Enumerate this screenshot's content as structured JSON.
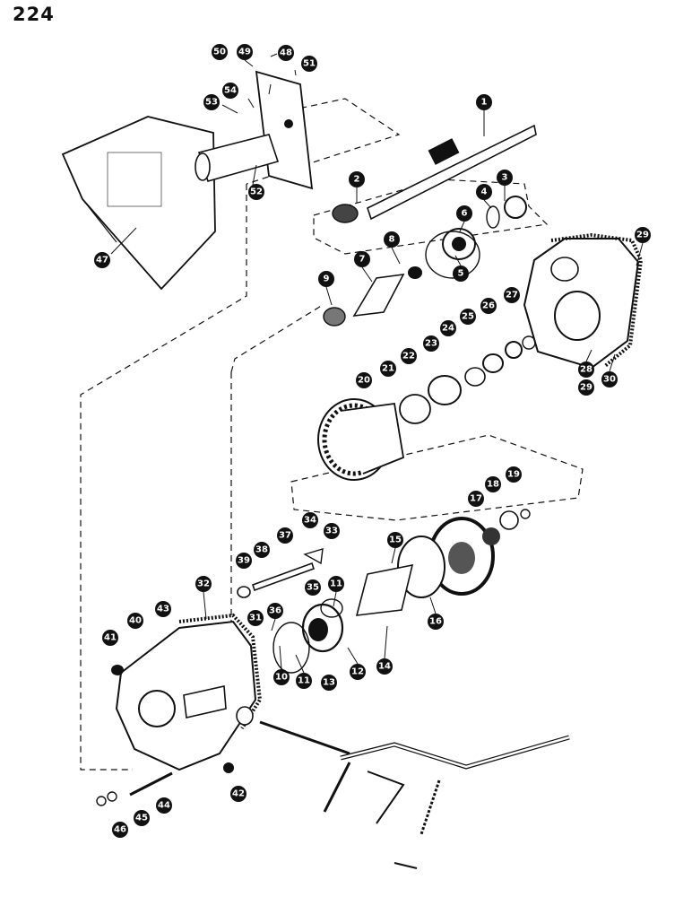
{
  "page_number": "224",
  "callouts": [
    {
      "id": "c1",
      "label": "1"
    },
    {
      "id": "c2",
      "label": "2"
    },
    {
      "id": "c3",
      "label": "3"
    },
    {
      "id": "c4",
      "label": "4"
    },
    {
      "id": "c5",
      "label": "5"
    },
    {
      "id": "c6",
      "label": "6"
    },
    {
      "id": "c7",
      "label": "7"
    },
    {
      "id": "c8",
      "label": "8"
    },
    {
      "id": "c9",
      "label": "9"
    },
    {
      "id": "c10",
      "label": "10"
    },
    {
      "id": "c11a",
      "label": "11"
    },
    {
      "id": "c11b",
      "label": "11"
    },
    {
      "id": "c12",
      "label": "12"
    },
    {
      "id": "c13",
      "label": "13"
    },
    {
      "id": "c14",
      "label": "14"
    },
    {
      "id": "c15",
      "label": "15"
    },
    {
      "id": "c16",
      "label": "16"
    },
    {
      "id": "c17",
      "label": "17"
    },
    {
      "id": "c18",
      "label": "18"
    },
    {
      "id": "c19",
      "label": "19"
    },
    {
      "id": "c20",
      "label": "20"
    },
    {
      "id": "c21",
      "label": "21"
    },
    {
      "id": "c22",
      "label": "22"
    },
    {
      "id": "c23",
      "label": "23"
    },
    {
      "id": "c24",
      "label": "24"
    },
    {
      "id": "c25",
      "label": "25"
    },
    {
      "id": "c26",
      "label": "26"
    },
    {
      "id": "c27",
      "label": "27"
    },
    {
      "id": "c28",
      "label": "28"
    },
    {
      "id": "c29a",
      "label": "29"
    },
    {
      "id": "c29b",
      "label": "29"
    },
    {
      "id": "c30",
      "label": "30"
    },
    {
      "id": "c31",
      "label": "31"
    },
    {
      "id": "c32",
      "label": "32"
    },
    {
      "id": "c33",
      "label": "33"
    },
    {
      "id": "c34",
      "label": "34"
    },
    {
      "id": "c35",
      "label": "35"
    },
    {
      "id": "c36",
      "label": "36"
    },
    {
      "id": "c37",
      "label": "37"
    },
    {
      "id": "c38",
      "label": "38"
    },
    {
      "id": "c39",
      "label": "39"
    },
    {
      "id": "c40",
      "label": "40"
    },
    {
      "id": "c41",
      "label": "41"
    },
    {
      "id": "c42",
      "label": "42"
    },
    {
      "id": "c43",
      "label": "43"
    },
    {
      "id": "c44",
      "label": "44"
    },
    {
      "id": "c45",
      "label": "45"
    },
    {
      "id": "c46",
      "label": "46"
    },
    {
      "id": "c47",
      "label": "47"
    },
    {
      "id": "c48",
      "label": "48"
    },
    {
      "id": "c49",
      "label": "49"
    },
    {
      "id": "c50",
      "label": "50"
    },
    {
      "id": "c51",
      "label": "51"
    },
    {
      "id": "c52",
      "label": "52"
    },
    {
      "id": "c53",
      "label": "53"
    },
    {
      "id": "c54",
      "label": "54"
    }
  ]
}
